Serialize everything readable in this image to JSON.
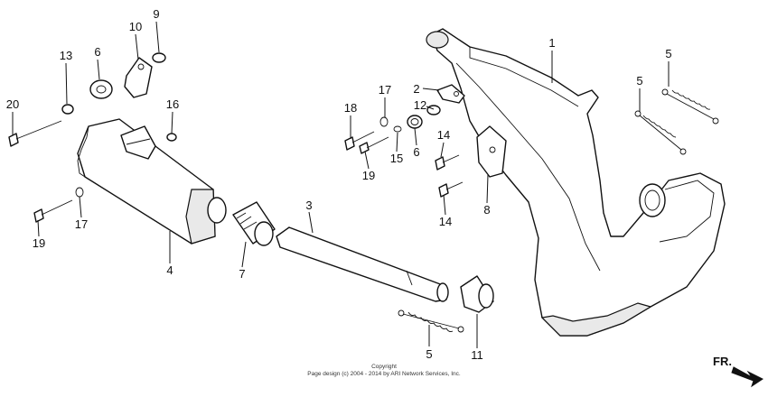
{
  "diagram": {
    "callouts": [
      {
        "id": "c1",
        "text": "1"
      },
      {
        "id": "c2",
        "text": "2"
      },
      {
        "id": "c3",
        "text": "3"
      },
      {
        "id": "c4",
        "text": "4"
      },
      {
        "id": "c5a",
        "text": "5"
      },
      {
        "id": "c5b",
        "text": "5"
      },
      {
        "id": "c5c",
        "text": "5"
      },
      {
        "id": "c6a",
        "text": "6"
      },
      {
        "id": "c6b",
        "text": "6"
      },
      {
        "id": "c7",
        "text": "7"
      },
      {
        "id": "c8",
        "text": "8"
      },
      {
        "id": "c9",
        "text": "9"
      },
      {
        "id": "c10",
        "text": "10"
      },
      {
        "id": "c11",
        "text": "11"
      },
      {
        "id": "c12",
        "text": "12"
      },
      {
        "id": "c13",
        "text": "13"
      },
      {
        "id": "c14a",
        "text": "14"
      },
      {
        "id": "c14b",
        "text": "14"
      },
      {
        "id": "c15",
        "text": "15"
      },
      {
        "id": "c16",
        "text": "16"
      },
      {
        "id": "c17a",
        "text": "17"
      },
      {
        "id": "c17b",
        "text": "17"
      },
      {
        "id": "c18",
        "text": "18"
      },
      {
        "id": "c19a",
        "text": "19"
      },
      {
        "id": "c19b",
        "text": "19"
      },
      {
        "id": "c20",
        "text": "20"
      }
    ],
    "direction_label": "FR.",
    "copyright_line1": "Copyright",
    "copyright_line2": "Page design (c) 2004 - 2014 by ARI Network Services, Inc."
  }
}
